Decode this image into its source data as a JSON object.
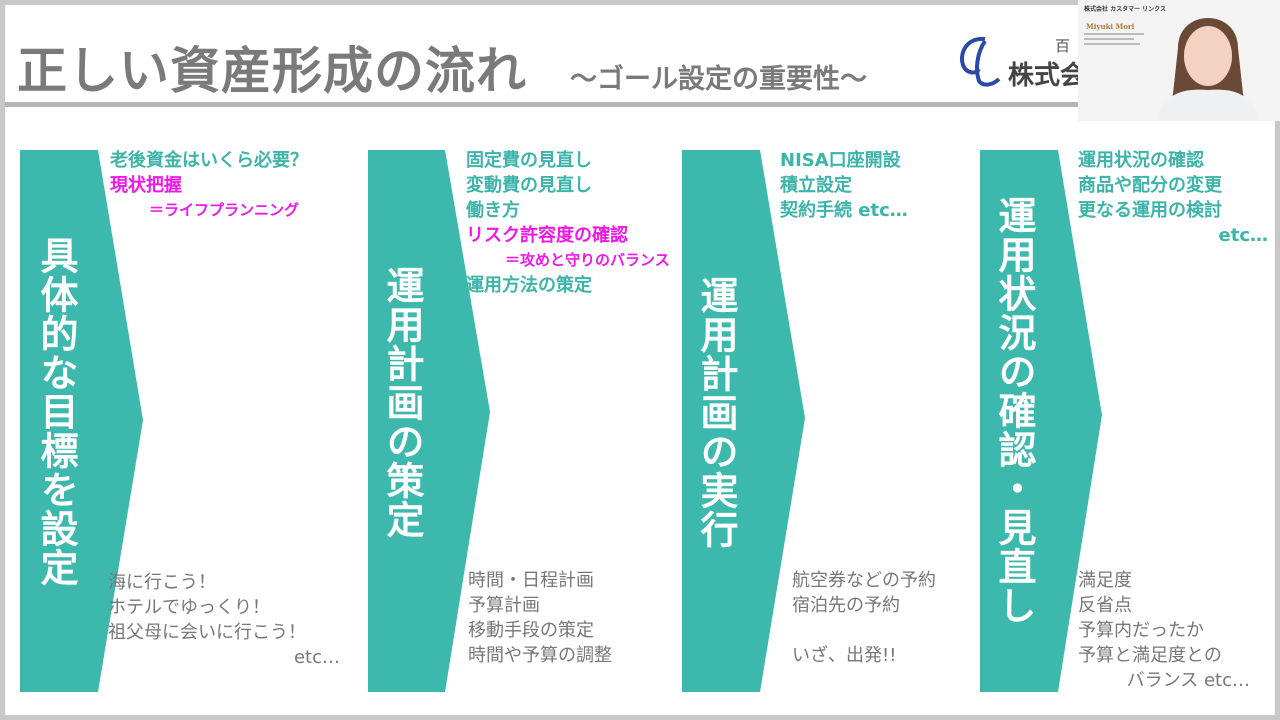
{
  "header": {
    "title": "正しい資産形成の流れ",
    "subtitle": "～ゴール設定の重要性～",
    "company": "株式会社",
    "company_extra": "百",
    "logo_text": "CL"
  },
  "webcam": {
    "business_card_company": "株式会社 カスタマー リンクス",
    "business_card_name": "Miyuki Mori"
  },
  "colors": {
    "teal": "#3cb8ac",
    "magenta": "#f018e8",
    "gray_text": "#777777"
  },
  "columns": [
    {
      "title": "具体的な目標を設定",
      "top": [
        {
          "text": "老後資金はいくら必要？",
          "style": "teal"
        },
        {
          "text": "現状把握",
          "style": "mag"
        },
        {
          "text": "＝ライフプランニング",
          "style": "mags"
        }
      ],
      "bottom": [
        {
          "text": "海に行こう！",
          "style": "gray"
        },
        {
          "text": "ホテルでゆっくり！",
          "style": "gray"
        },
        {
          "text": "祖父母に会いに行こう！",
          "style": "gray"
        },
        {
          "text": "etc…",
          "style": "gray right"
        }
      ]
    },
    {
      "title": "運用計画の策定",
      "top": [
        {
          "text": "固定費の見直し",
          "style": "teal"
        },
        {
          "text": "変動費の見直し",
          "style": "teal"
        },
        {
          "text": "働き方",
          "style": "teal"
        },
        {
          "text": "リスク許容度の確認",
          "style": "mag"
        },
        {
          "text": "＝攻めと守りのバランス",
          "style": "mags"
        },
        {
          "text": "運用方法の策定",
          "style": "teal"
        }
      ],
      "bottom": [
        {
          "text": "時間・日程計画",
          "style": "gray"
        },
        {
          "text": "予算計画",
          "style": "gray"
        },
        {
          "text": "移動手段の策定",
          "style": "gray"
        },
        {
          "text": "時間や予算の調整",
          "style": "gray"
        }
      ]
    },
    {
      "title": "運用計画の実行",
      "top": [
        {
          "text": "NISA口座開設",
          "style": "teal"
        },
        {
          "text": "積立設定",
          "style": "teal"
        },
        {
          "text": "契約手続 etc…",
          "style": "teal"
        }
      ],
      "bottom": [
        {
          "text": "航空券などの予約",
          "style": "gray"
        },
        {
          "text": "宿泊先の予約",
          "style": "gray"
        },
        {
          "text": " ",
          "style": "gray"
        },
        {
          "text": "いざ、出発!!",
          "style": "gray"
        }
      ]
    },
    {
      "title": "運用状況の確認・見直し",
      "top": [
        {
          "text": "運用状況の確認",
          "style": "teal"
        },
        {
          "text": "商品や配分の変更",
          "style": "teal"
        },
        {
          "text": "更なる運用の検討",
          "style": "teal"
        },
        {
          "text": "etc…",
          "style": "teal right"
        }
      ],
      "bottom": [
        {
          "text": "満足度",
          "style": "gray"
        },
        {
          "text": "反省点",
          "style": "gray"
        },
        {
          "text": "予算内だったか",
          "style": "gray"
        },
        {
          "text": "予算と満足度との",
          "style": "gray"
        },
        {
          "text": "バランス etc…",
          "style": "gray right"
        }
      ]
    }
  ]
}
